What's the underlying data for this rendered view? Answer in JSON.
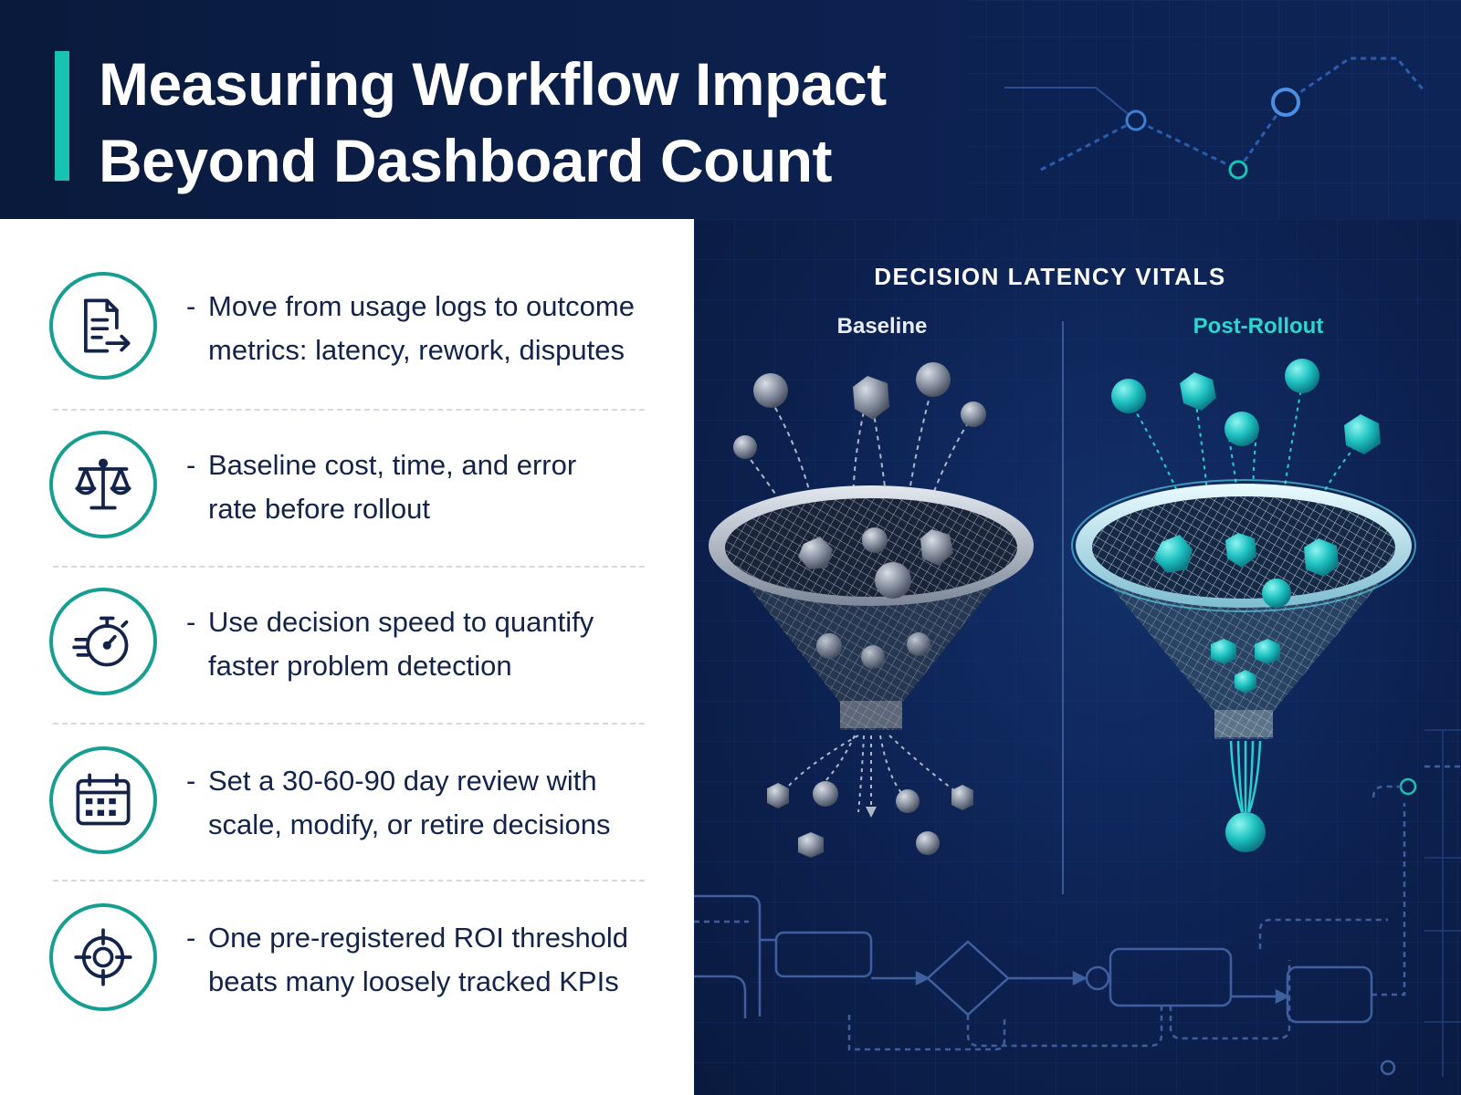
{
  "header": {
    "title_line1": "Measuring Workflow Impact",
    "title_line2": "Beyond Dashboard Count"
  },
  "items": [
    {
      "icon": "document-arrow-icon",
      "line1": "Move from usage logs to outcome",
      "line2": "metrics: latency, rework, disputes"
    },
    {
      "icon": "scales-icon",
      "line1": "Baseline cost, time, and error",
      "line2": "rate before rollout"
    },
    {
      "icon": "stopwatch-icon",
      "line1": "Use decision speed to quantify",
      "line2": "faster problem detection"
    },
    {
      "icon": "calendar-icon",
      "line1": "Set a 30-60-90 day review with",
      "line2": "scale, modify, or retire decisions"
    },
    {
      "icon": "target-icon",
      "line1": "One pre-registered ROI threshold",
      "line2": "beats many loosely tracked KPIs"
    }
  ],
  "bullet_dash": "-",
  "diagram": {
    "title": "DECISION LATENCY VITALS",
    "baseline_label": "Baseline",
    "post_label": "Post-Rollout"
  },
  "colors": {
    "navy": "#0b1d42",
    "teal_accent": "#17c3b2",
    "icon_ring": "#179e93",
    "text_dark": "#13234a",
    "post_label": "#2fd6d0",
    "baseline_particle": "#8a93a3",
    "post_particle": "#1fc2c2"
  }
}
